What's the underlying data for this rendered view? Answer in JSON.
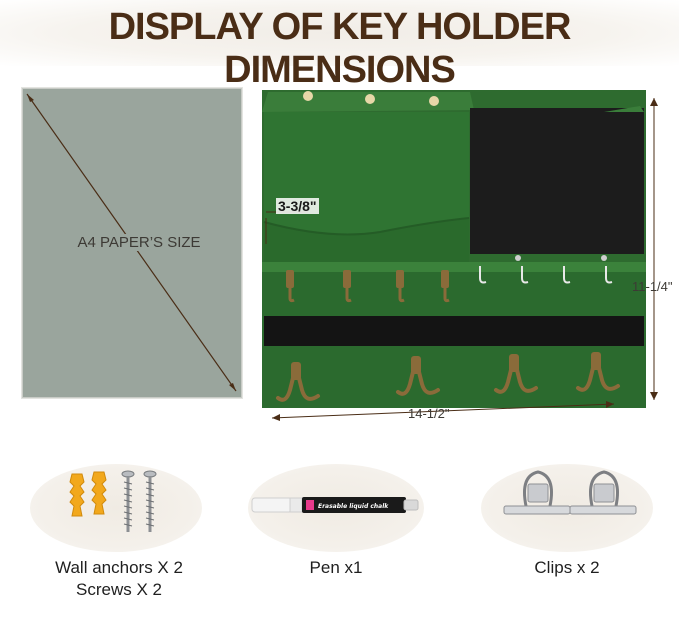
{
  "header": {
    "title": "DISPLAY OF KEY HOLDER DIMENSIONS"
  },
  "paper": {
    "label": "A4 PAPER’S SIZE"
  },
  "dimensions": {
    "depth": "3-3/8\"",
    "width": "14-1/2\"",
    "height": "11-1/4\""
  },
  "accessories": [
    {
      "line1": "Wall anchors X 2",
      "line2": "Screws X 2"
    },
    {
      "line1": "Pen x1"
    },
    {
      "line1": "Clips x 2"
    }
  ],
  "pen_label": "Erasable liquid chalk",
  "colors": {
    "title": "#4a2d16",
    "wood_green": "#2e6b2f",
    "chalkboard": "#1c1c1c",
    "brass": "#8a6b3a",
    "paper": "#9aa59d"
  }
}
